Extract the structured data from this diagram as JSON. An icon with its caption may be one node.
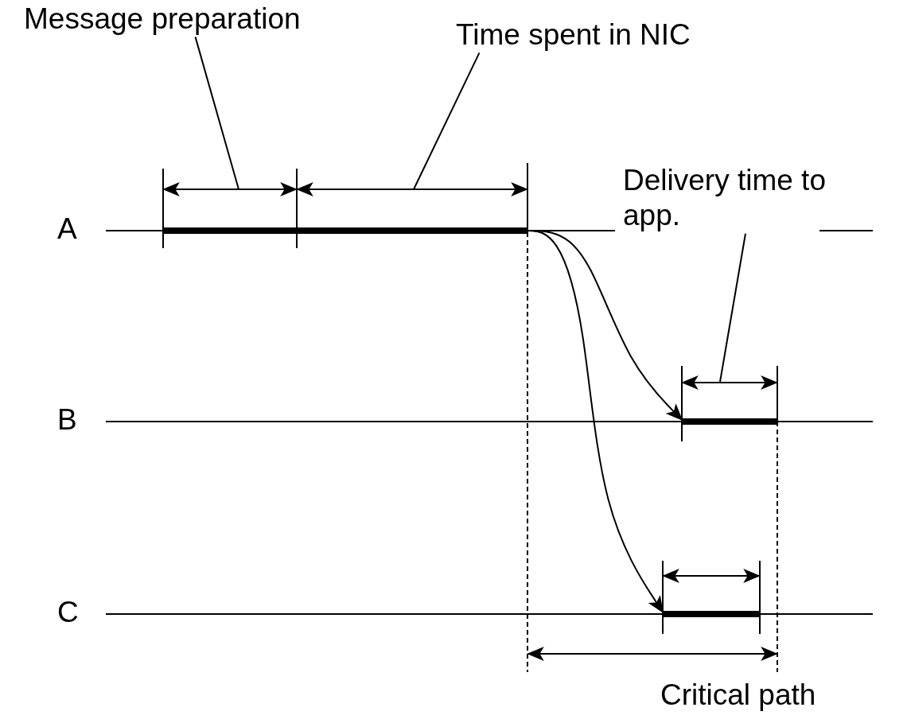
{
  "diagram": {
    "nodes": [
      {
        "text": [
          "Message preparation"
        ]
      },
      {
        "text": [
          "Time spent in NIC"
        ]
      },
      {
        "text": [
          "Delivery time to app."
        ]
      },
      {
        "text": [],
        "shape": "bar"
      },
      {
        "text": [],
        "shape": "bar"
      },
      {
        "text": [],
        "shape": "bar"
      },
      {
        "text": [],
        "shape": "bar"
      }
    ],
    "edges": [
      {
        "from": 0,
        "to": null,
        "arrow": "none"
      },
      {
        "from": 1,
        "to": null,
        "arrow": "none"
      },
      {
        "from": 2,
        "to": null,
        "arrow": "none"
      },
      {
        "from": 4,
        "to": 5,
        "arrow": "to"
      },
      {
        "from": 4,
        "to": 6,
        "arrow": "to"
      }
    ],
    "labels": [
      "A",
      "B",
      "C",
      "Critical path"
    ]
  }
}
